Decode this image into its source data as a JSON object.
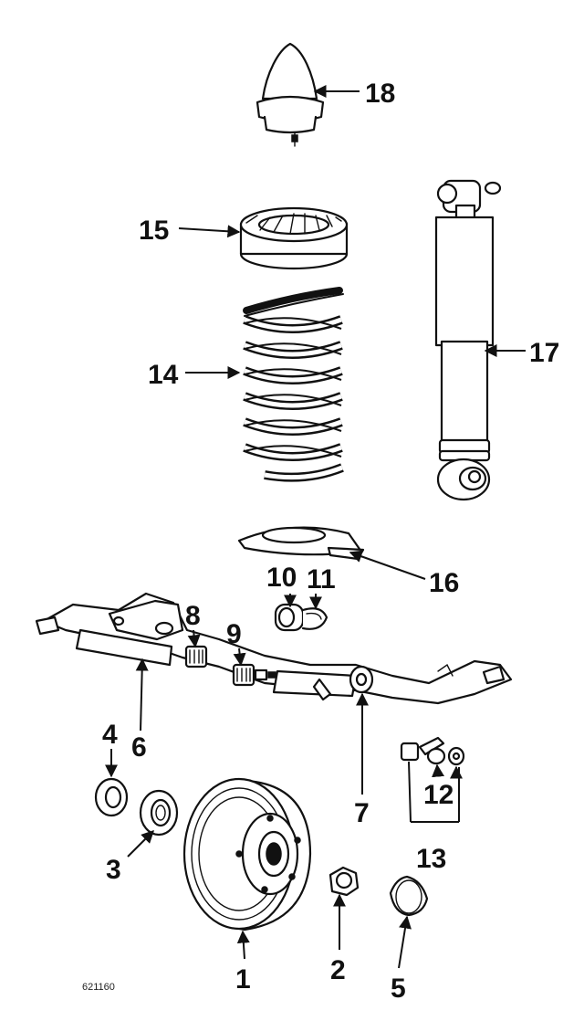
{
  "callouts": {
    "c1": "1",
    "c2": "2",
    "c3": "3",
    "c4": "4",
    "c5": "5",
    "c6": "6",
    "c7": "7",
    "c8": "8",
    "c9": "9",
    "c10": "10",
    "c11": "11",
    "c12": "12",
    "c13": "13",
    "c14": "14",
    "c15": "15",
    "c16": "16",
    "c17": "17",
    "c18": "18"
  },
  "figure_code": "621160"
}
